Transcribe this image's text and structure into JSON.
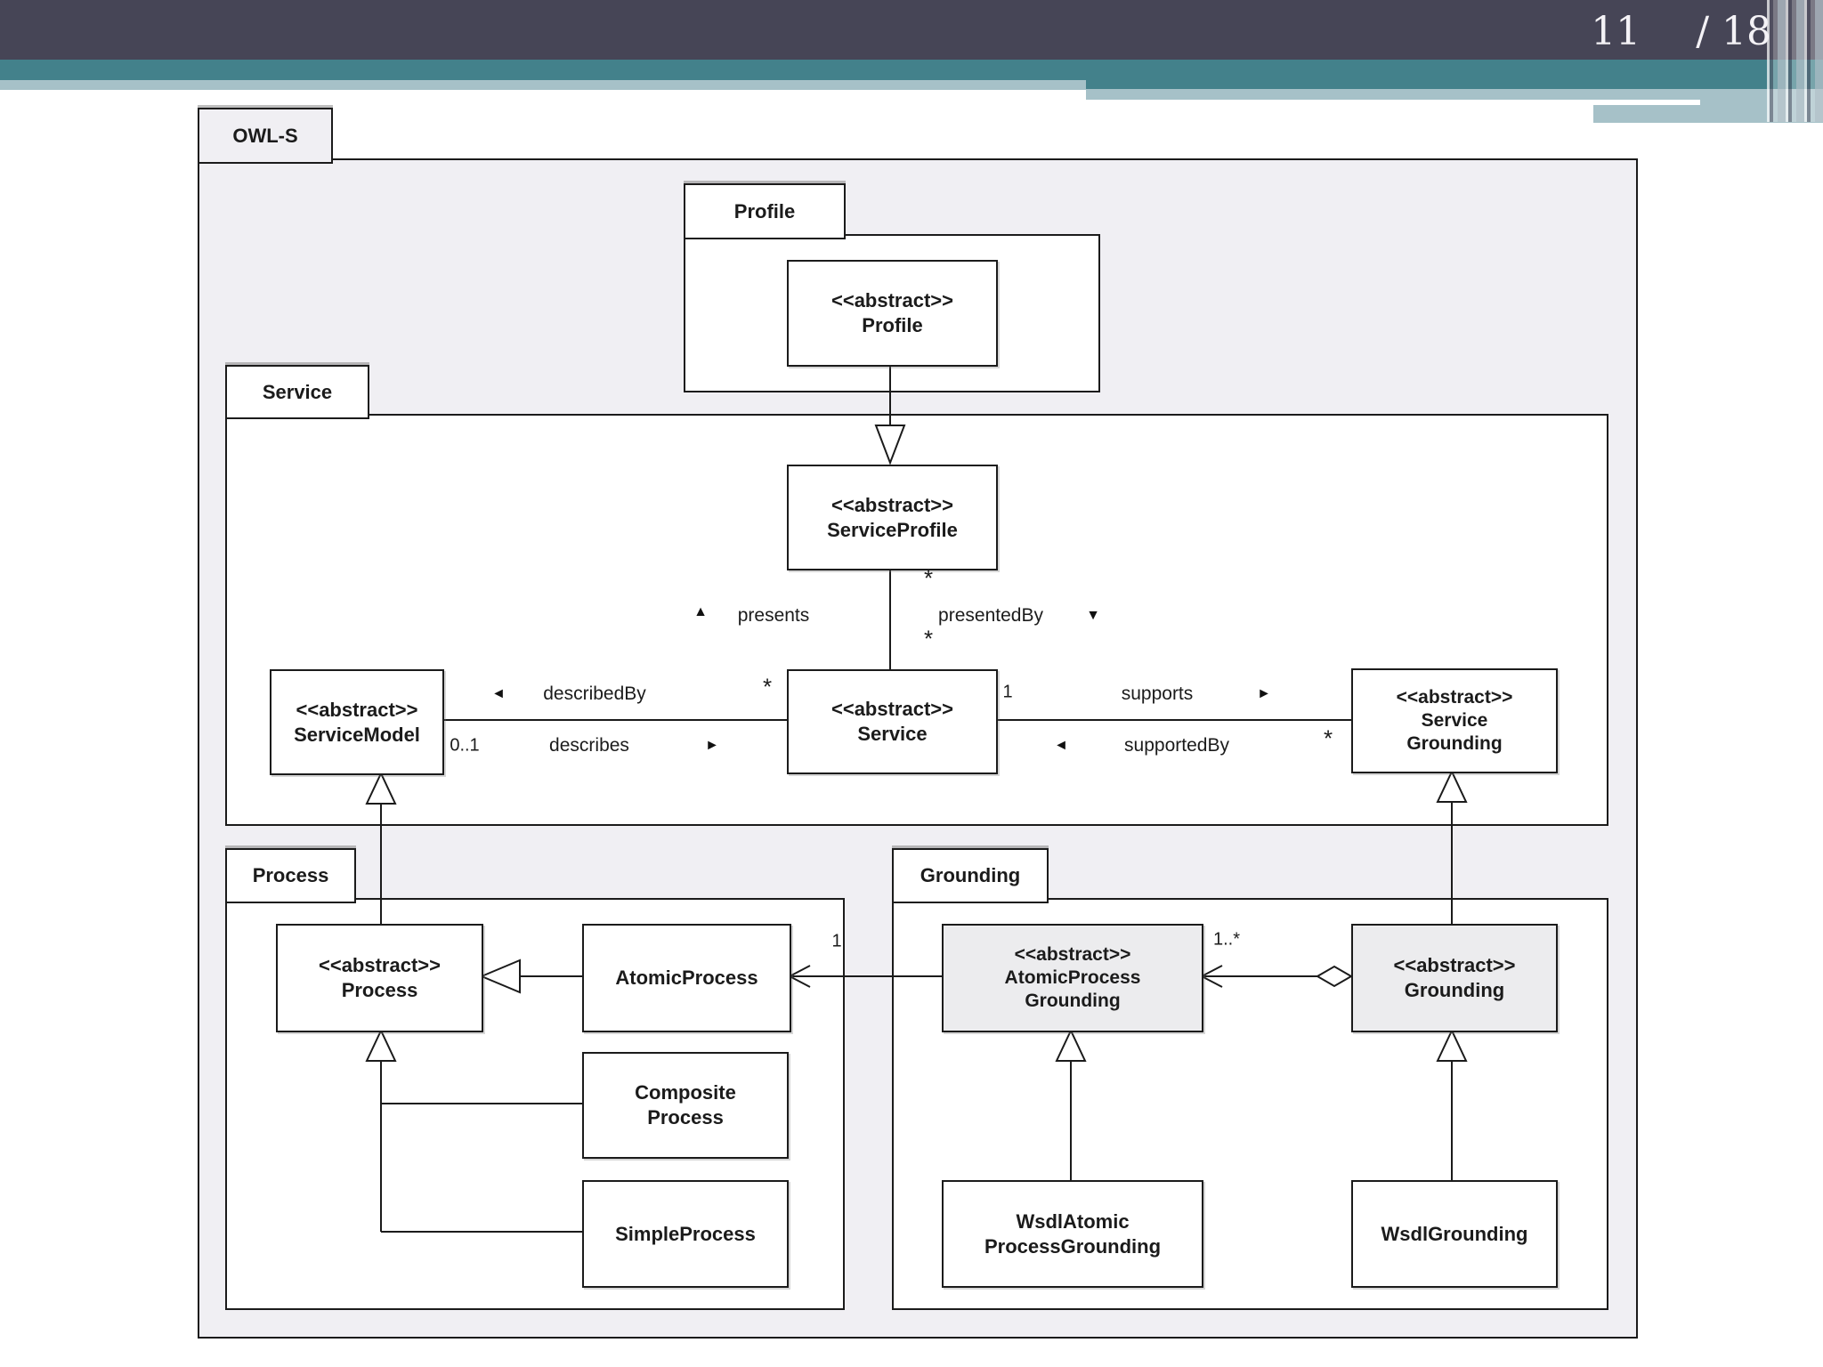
{
  "page": {
    "current": "11",
    "separator_total": "/ 18"
  },
  "colors": {
    "header_dark": "#464556",
    "header_teal": "#43818b",
    "header_light_band": "#a6c1c8",
    "package_fill": "#f0eff3",
    "line": "#1b1b1b"
  },
  "packages": {
    "owls": {
      "label": "OWL-S"
    },
    "profile": {
      "label": "Profile"
    },
    "service": {
      "label": "Service"
    },
    "process": {
      "label": "Process"
    },
    "grounding": {
      "label": "Grounding"
    }
  },
  "classes": {
    "profile": {
      "stereotype": "<<abstract>>",
      "line1": "Profile"
    },
    "service_profile": {
      "stereotype": "<<abstract>>",
      "line1": "ServiceProfile"
    },
    "service": {
      "stereotype": "<<abstract>>",
      "line1": "Service"
    },
    "service_model": {
      "stereotype": "<<abstract>>",
      "line1": "ServiceModel"
    },
    "service_grounding": {
      "stereotype": "<<abstract>>",
      "line1": "Service",
      "line2": "Grounding"
    },
    "process": {
      "stereotype": "<<abstract>>",
      "line1": "Process"
    },
    "atomic_process": {
      "line1": "AtomicProcess"
    },
    "composite_process": {
      "line1": "Composite",
      "line2": "Process"
    },
    "simple_process": {
      "line1": "SimpleProcess"
    },
    "atomic_process_grounding": {
      "stereotype": "<<abstract>>",
      "line1": "AtomicProcess",
      "line2": "Grounding"
    },
    "grounding": {
      "stereotype": "<<abstract>>",
      "line1": "Grounding"
    },
    "wsdl_atomic_process_grounding": {
      "line1": "WsdlAtomic",
      "line2": "ProcessGrounding"
    },
    "wsdl_grounding": {
      "line1": "WsdlGrounding"
    }
  },
  "associations": {
    "presents": "presents",
    "presented_by": "presentedBy",
    "described_by": "describedBy",
    "describes": "describes",
    "supports": "supports",
    "supported_by": "supportedBy"
  },
  "multiplicities": {
    "star": "*",
    "describes_card": "0..1",
    "supports_card": "1",
    "atomic_card": "1",
    "aggregation_card": "1..*"
  },
  "icons": {
    "up_triangle": "▲",
    "down_triangle": "▼",
    "left_triangle": "◄",
    "right_triangle": "►"
  }
}
